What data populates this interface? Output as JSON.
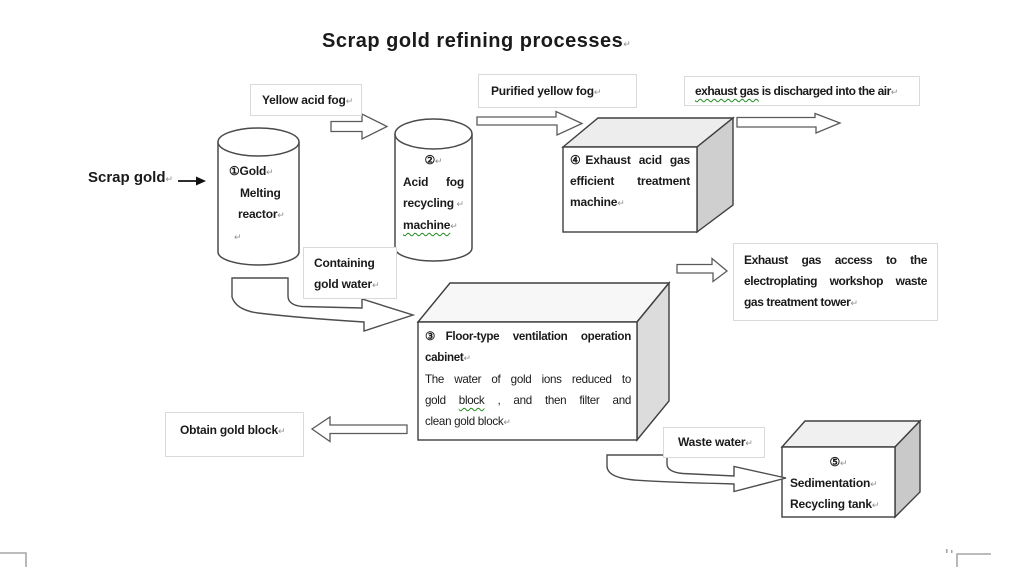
{
  "title": {
    "text": "Scrap gold refining processes"
  },
  "symbols": {
    "ret": "↵"
  },
  "colors": {
    "text": "#1a1a1a",
    "squiggle_green": "#1e8a1e",
    "shape_stroke": "#4a4a4a",
    "label_border": "#d9d9d9",
    "box_side_gray": "#cccccc"
  },
  "labels": {
    "scrap_gold": "Scrap gold",
    "yellow_acid_fog": "Yellow acid fog",
    "purified_yellow_fog": "Purified yellow fog",
    "exhaust_air_squiggle": "exhaust gas",
    "exhaust_air_rest": " is discharged into the air",
    "containing_l1": "Containing",
    "containing_l2": "gold water",
    "exhaust_access_l1": "Exhaust gas access to the",
    "exhaust_access_l2": "electroplating workshop waste",
    "exhaust_access_l3": "gas treatment tower",
    "obtain_gold_block": "Obtain gold block",
    "waste_water": "Waste water"
  },
  "nodes": {
    "n1": {
      "l1": "①Gold",
      "l2": "Melting",
      "l3": "reactor"
    },
    "n2": {
      "num": "②",
      "l1a": "Acid",
      "l1b": "fog",
      "l2": "recycling",
      "l3": "machine"
    },
    "n3": {
      "l1": "③Floor-type ventilation operation",
      "l2": "cabinet",
      "l3": "The water of gold ions reduced to",
      "l4a": "gold ",
      "l4b": "block",
      "l4c": " , and then filter and",
      "l5": "clean gold block"
    },
    "n4": {
      "l1": "④Exhaust acid gas",
      "l2": "efficient treatment",
      "l3": "machine"
    },
    "n5": {
      "num": "⑤",
      "l1": "Sedimentation",
      "l2": "Recycling tank"
    }
  }
}
